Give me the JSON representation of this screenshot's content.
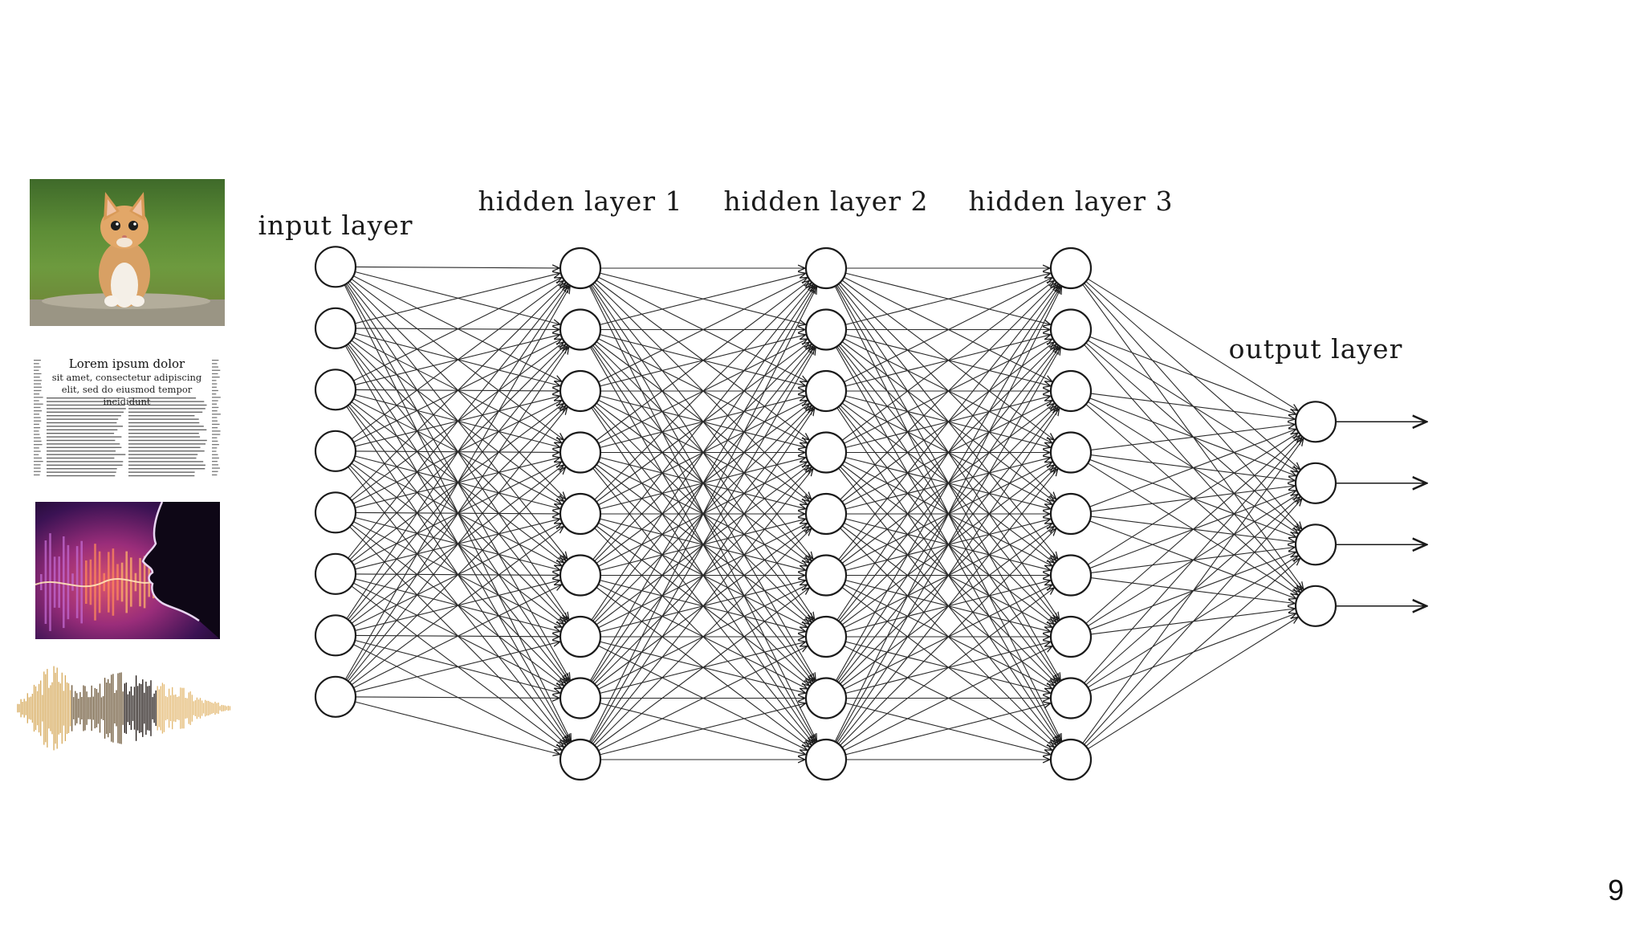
{
  "slide": {
    "page_number": "9"
  },
  "inputs": {
    "document": {
      "title": "Lorem ipsum dolor",
      "subtitle": "sit amet, consectetur adipiscing elit, sed do eiusmod tempor incididunt"
    }
  },
  "network": {
    "layers": [
      {
        "label": "input layer",
        "neurons": 8
      },
      {
        "label": "hidden layer 1",
        "neurons": 9
      },
      {
        "label": "hidden layer 2",
        "neurons": 9
      },
      {
        "label": "hidden layer 3",
        "neurons": 9
      },
      {
        "label": "output layer",
        "neurons": 4
      }
    ],
    "fully_connected": true,
    "output_arrows": true
  },
  "colors": {
    "node_stroke": "#1a1a1a",
    "edge": "#2a2a2a",
    "background": "#ffffff"
  }
}
